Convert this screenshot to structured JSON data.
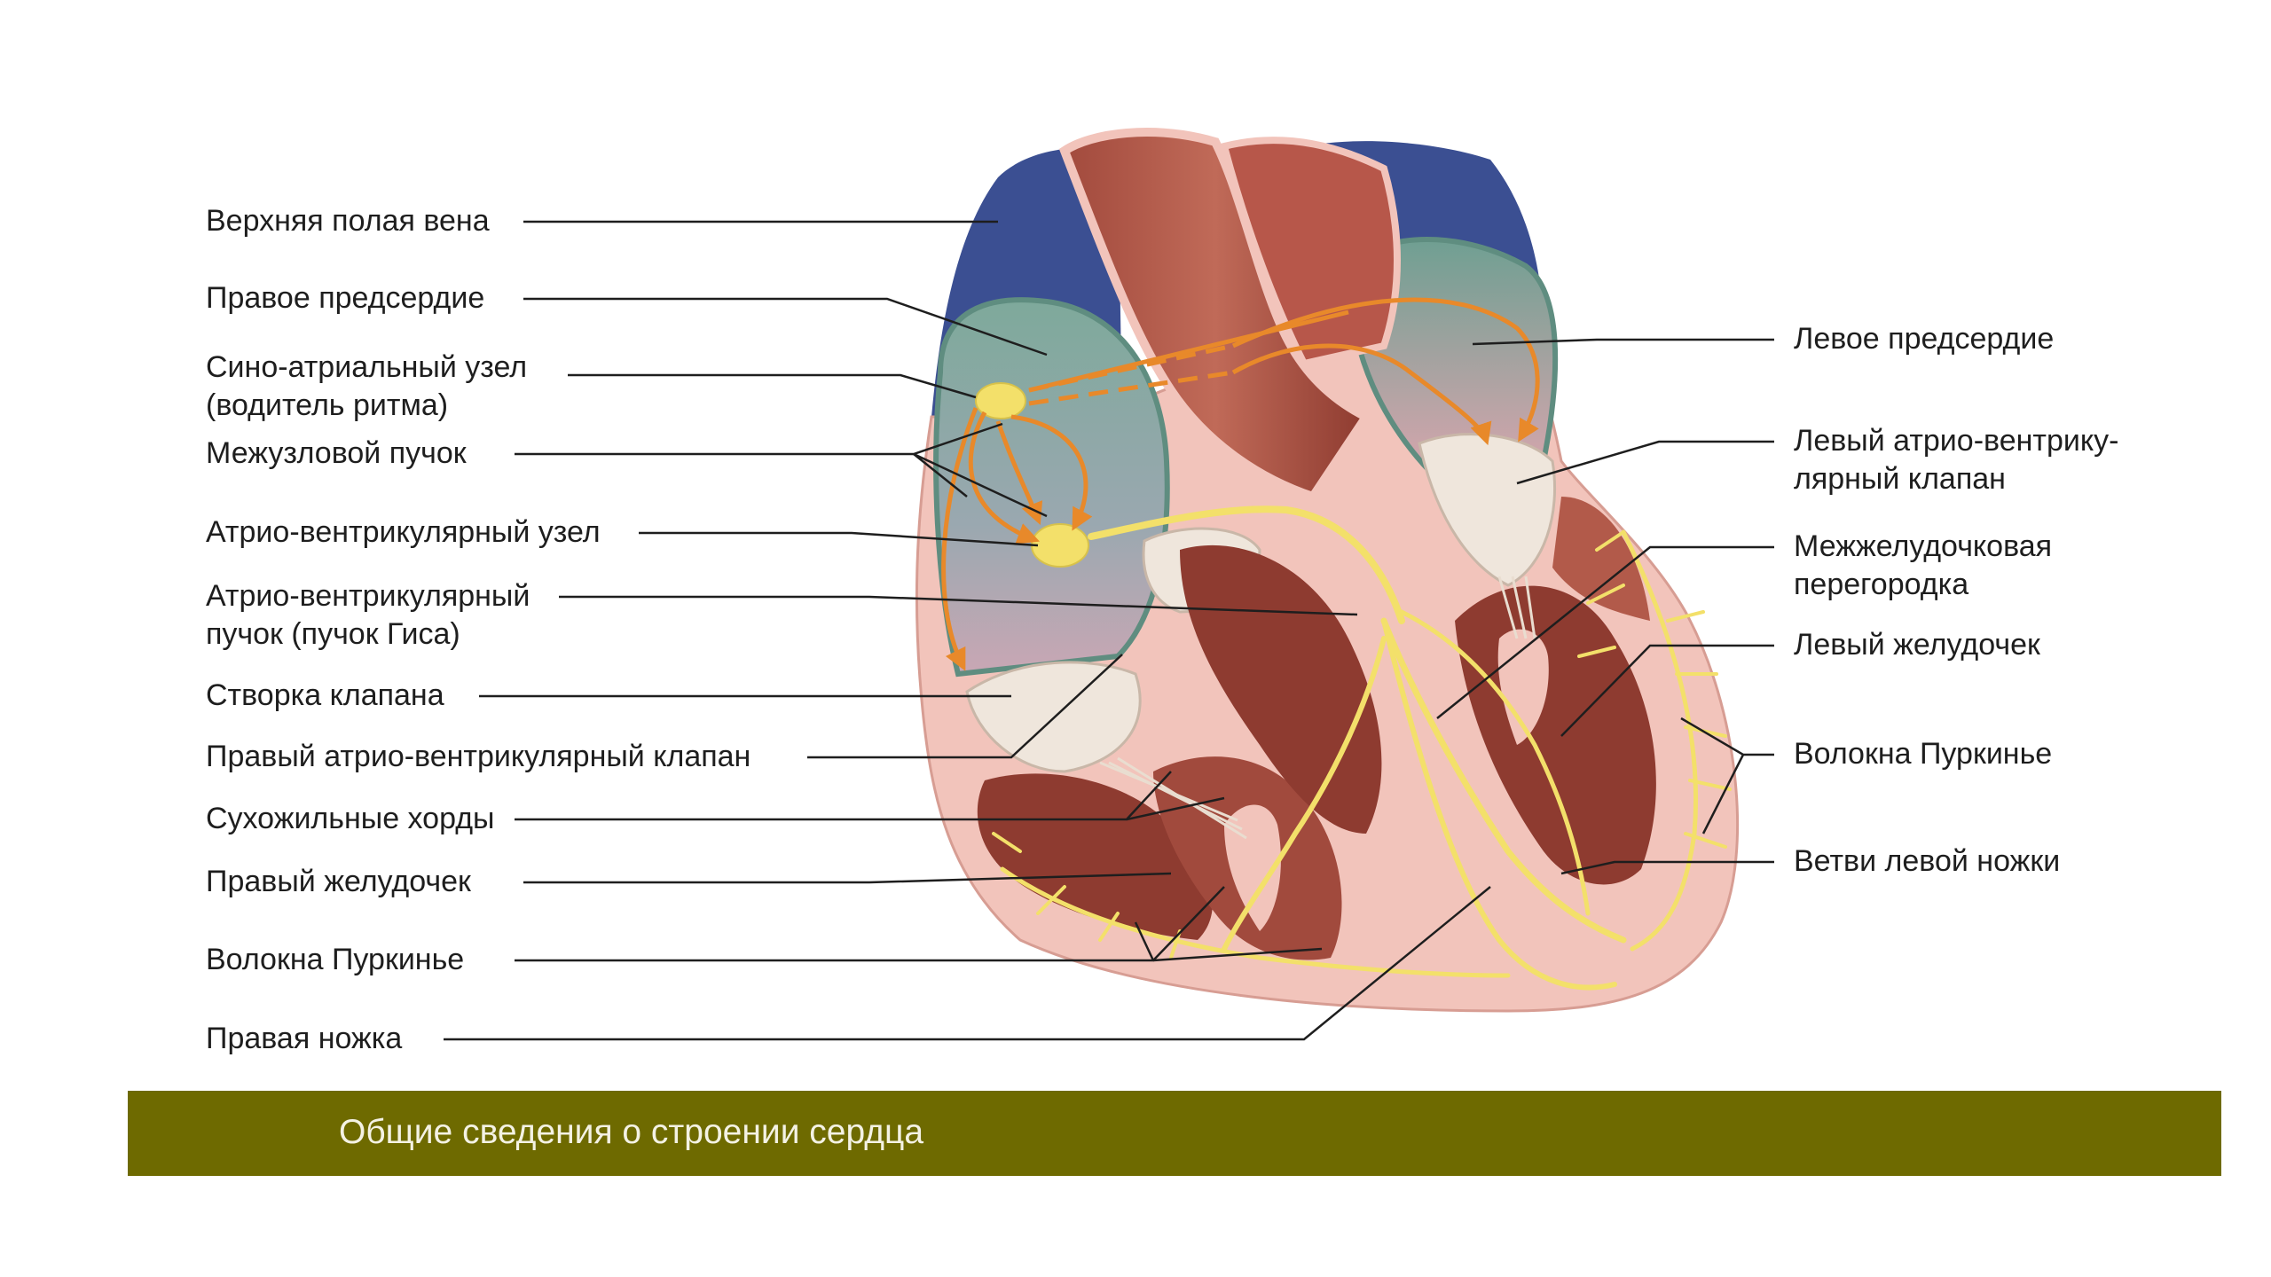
{
  "left_labels": [
    {
      "id": "superior-vena-cava",
      "lines": [
        "Верхняя полая вена"
      ]
    },
    {
      "id": "right-atrium",
      "lines": [
        "Правое предсердие"
      ]
    },
    {
      "id": "sa-node",
      "lines": [
        "Сино-атриальный узел",
        "(водитель ритма)"
      ]
    },
    {
      "id": "internodal-bundle",
      "lines": [
        "Межузловой пучок"
      ]
    },
    {
      "id": "av-node",
      "lines": [
        "Атрио-вентрикулярный узел"
      ]
    },
    {
      "id": "av-bundle",
      "lines": [
        "Атрио-вентрикулярный",
        "пучок (пучок Гиса)"
      ]
    },
    {
      "id": "valve-cusp",
      "lines": [
        "Створка клапана"
      ]
    },
    {
      "id": "right-av-valve",
      "lines": [
        "Правый атрио-вентрикулярный клапан"
      ]
    },
    {
      "id": "chordae-tendineae",
      "lines": [
        "Сухожильные хорды"
      ]
    },
    {
      "id": "right-ventricle",
      "lines": [
        "Правый желудочек"
      ]
    },
    {
      "id": "purkinje-fibers-right",
      "lines": [
        "Волокна Пуркинье"
      ]
    },
    {
      "id": "right-bundle-branch",
      "lines": [
        "Правая ножка"
      ]
    }
  ],
  "right_labels": [
    {
      "id": "left-atrium",
      "lines": [
        "Левое предсердие"
      ]
    },
    {
      "id": "left-av-valve",
      "lines": [
        "Левый атрио-вентрику-",
        "лярный клапан"
      ]
    },
    {
      "id": "interventricular-septum",
      "lines": [
        "Межжелудочковая",
        "перегородка"
      ]
    },
    {
      "id": "left-ventricle",
      "lines": [
        "Левый желудочек"
      ]
    },
    {
      "id": "purkinje-fibers-left",
      "lines": [
        "Волокна Пуркинье"
      ]
    },
    {
      "id": "left-bundle-branches",
      "lines": [
        "Ветви левой ножки"
      ]
    }
  ],
  "footer": {
    "title": "Общие сведения о строении сердца"
  },
  "colors": {
    "vein_blue": "#3b4f92",
    "atrium_teal": "#6f9f92",
    "myocardium": "#8e3b30",
    "myocardium_light": "#b25a4a",
    "wall_pink": "#f2c4bb",
    "conduction_yellow": "#f3e06a",
    "arrow_orange": "#e8892a",
    "valve_cream": "#efe6dc",
    "footer_bar": "#6e6a00",
    "footer_text": "#f4f2e4"
  }
}
